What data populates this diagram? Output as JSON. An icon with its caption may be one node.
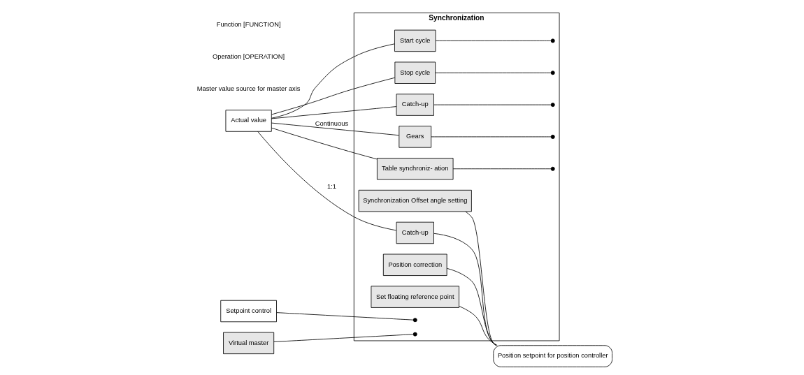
{
  "diagram": {
    "nodes": [
      {
        "text": [
          "Synchronization"
        ]
      },
      {
        "text": [
          "Actual value"
        ]
      },
      {
        "text": [
          "Setpoint control"
        ]
      },
      {
        "text": [
          "Virtual master"
        ]
      },
      {
        "text": [
          "Start cycle"
        ],
        "in": 0
      },
      {
        "text": [
          "Stop cycle"
        ],
        "in": 0
      },
      {
        "text": [
          "Catch-up"
        ],
        "in": 0
      },
      {
        "text": [
          "Gears"
        ],
        "in": 0
      },
      {
        "text": [
          "Table synchroniz- ation"
        ],
        "in": 0
      },
      {
        "text": [
          "Synchronization Offset angle setting"
        ],
        "in": 0
      },
      {
        "text": [
          "Catch-up"
        ],
        "in": 0
      },
      {
        "text": [
          "Position correction"
        ],
        "in": 0
      },
      {
        "text": [
          "Set floating reference point"
        ],
        "in": 0
      },
      {
        "text": [
          "Position setpoint for position controller"
        ]
      },
      {
        "text": [],
        "shape": "circle",
        "in": 0
      },
      {
        "text": [],
        "shape": "circle",
        "in": 0
      },
      {
        "text": [],
        "shape": "circle",
        "in": 0
      },
      {
        "text": [],
        "shape": "circle",
        "in": 0
      },
      {
        "text": [],
        "shape": "circle",
        "in": 0
      },
      {
        "text": [],
        "shape": "circle",
        "in": 0
      },
      {
        "text": [],
        "shape": "circle",
        "in": 0
      }
    ],
    "edges": [
      {
        "from": 1,
        "to": 4,
        "arrow": "none"
      },
      {
        "from": 1,
        "to": 5,
        "arrow": "none"
      },
      {
        "from": 1,
        "to": 6,
        "arrow": "none"
      },
      {
        "from": 2,
        "to": 14,
        "arrow": "none"
      },
      {
        "from": 3,
        "to": 15,
        "arrow": "none"
      },
      {
        "from": 4,
        "to": 16,
        "arrow": "none"
      },
      {
        "from": 5,
        "to": 17,
        "arrow": "none"
      },
      {
        "from": 6,
        "to": 18,
        "arrow": "none"
      },
      {
        "from": 1,
        "to": 7,
        "arrow": "none",
        "label": "Continuous"
      },
      {
        "from": 1,
        "to": 8,
        "arrow": "none"
      },
      {
        "from": 7,
        "to": 19,
        "arrow": "none"
      },
      {
        "from": 8,
        "to": 20,
        "arrow": "none"
      },
      {
        "from": 1,
        "to": 10,
        "arrow": "none",
        "label": "1:1"
      },
      {
        "from": 9,
        "to": 13,
        "arrow": "none"
      },
      {
        "from": 10,
        "to": 13,
        "arrow": "none"
      },
      {
        "from": 11,
        "to": 13,
        "arrow": "none"
      },
      {
        "from": 12,
        "to": 13,
        "arrow": "none"
      }
    ],
    "labels": [
      "Master value source for master axis",
      "Operation [OPERATION]",
      "Function [FUNCTION]"
    ]
  }
}
